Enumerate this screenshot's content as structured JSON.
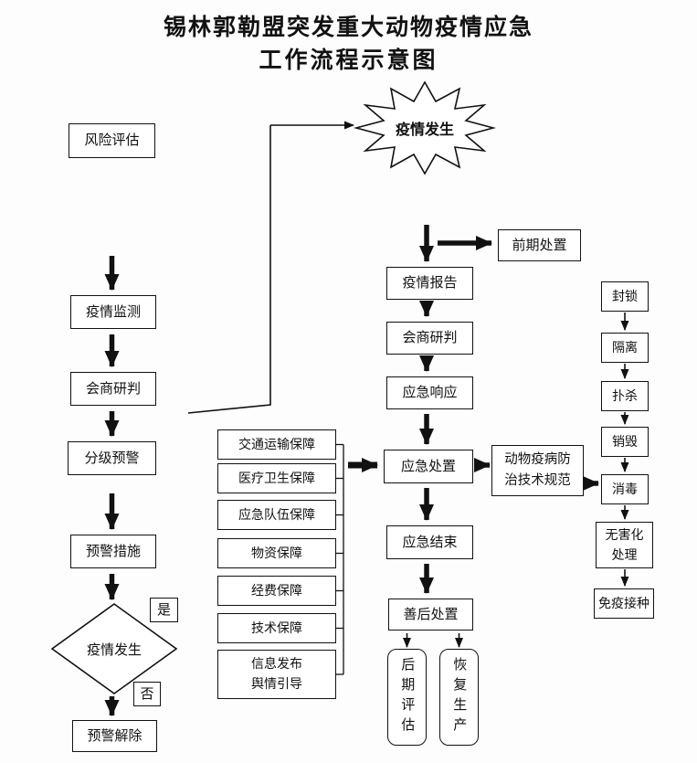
{
  "title": {
    "line1": "锡林郭勒盟突发重大动物疫情应急",
    "line2": "工作流程示意图"
  },
  "burst": {
    "label": "疫情发生"
  },
  "left_flow": {
    "risk": "风险评估",
    "monitor": "疫情监测",
    "consult": "会商研判",
    "grade": "分级预警",
    "measures": "预警措施",
    "decision": "疫情发生",
    "yes": "是",
    "no": "否",
    "lift": "预警解除"
  },
  "center_flow": {
    "early": "前期处置",
    "report": "疫情报告",
    "consult": "会商研判",
    "response": "应急响应",
    "disposal": "应急处置",
    "standard": "动物疫病防治技术规范",
    "end": "应急结束",
    "aftermath": "善后处置",
    "eval": "后期评估",
    "resume": "恢复生产"
  },
  "support": {
    "items": [
      "交通运输保障",
      "医疗卫生保障",
      "应急队伍保障",
      "物资保障",
      "经费保障",
      "技术保障"
    ],
    "info_line1": "信息发布",
    "info_line2": "舆情引导"
  },
  "right_flow": {
    "items": [
      "封锁",
      "隔离",
      "扑杀",
      "销毁",
      "消毒",
      "无害化处理",
      "免疫接种"
    ]
  },
  "colors": {
    "ink": "#111111",
    "paper": "#fdfdfd"
  }
}
